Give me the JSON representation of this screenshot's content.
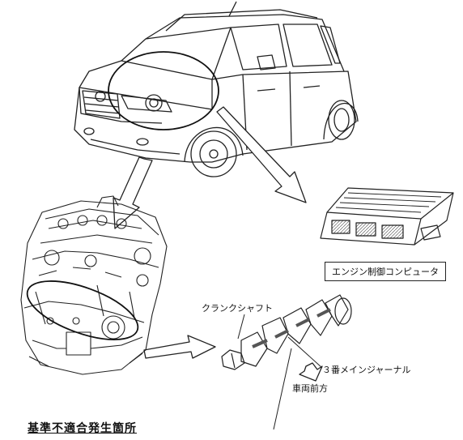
{
  "labels": {
    "ecu": "エンジン制御コンピュータ",
    "crankshaft": "クランクシャフト",
    "journal": "３番メインジャーナル",
    "vehicle_front": "車両前方",
    "defect_location": "基準不適合発生箇所"
  }
}
